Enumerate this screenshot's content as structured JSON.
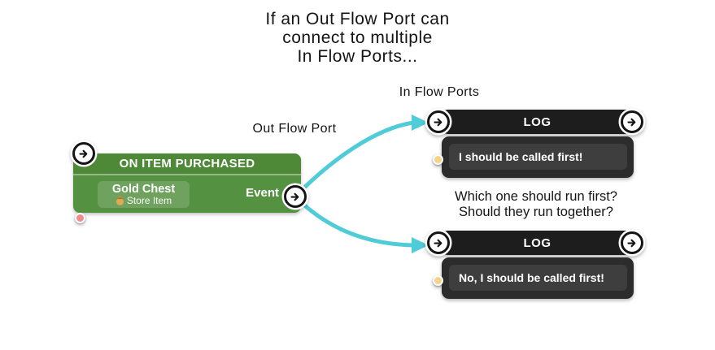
{
  "title": {
    "lines": [
      "If an Out Flow Port can",
      "connect to multiple",
      "In Flow Ports..."
    ]
  },
  "annotations": {
    "in_flow_ports_label": "In Flow Ports",
    "out_flow_port_label": "Out Flow Port",
    "question": {
      "lines": [
        "Which one should run first?",
        "Should they run together?"
      ]
    }
  },
  "event_node": {
    "header": "ON ITEM PURCHASED",
    "parameter": {
      "name": "Gold Chest",
      "type": "Store Item",
      "icon": "money-bag-icon"
    },
    "output_port_label": "Event"
  },
  "log_nodes": [
    {
      "header": "LOG",
      "message": "I should be called first!"
    },
    {
      "header": "LOG",
      "message": "No, I should be called first!"
    }
  ],
  "icons": {
    "flow_port": "arrow-right-icon"
  },
  "colors": {
    "connection": "#4fccd8",
    "event_node_header": "#4d8936",
    "event_node_body": "#549140",
    "log_node_header": "#1d1d1d",
    "log_node_body": "#2c2c2c",
    "log_message_box": "#3e3e3e",
    "data_port_pink": "#f08c8c",
    "data_port_yellow": "#f2d48a",
    "text_dark": "#1a1a1a"
  }
}
